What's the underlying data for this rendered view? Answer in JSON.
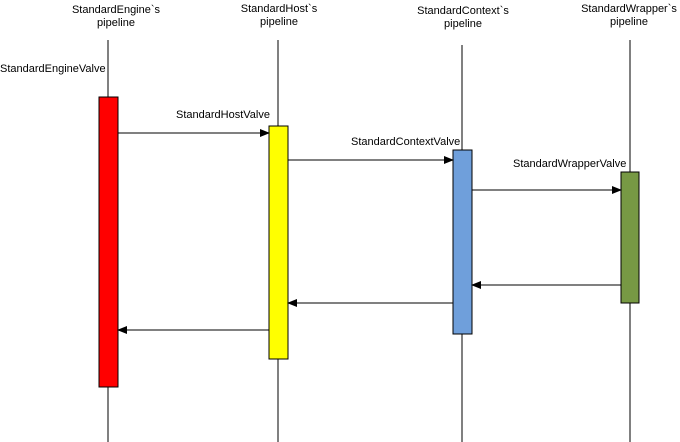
{
  "participants": [
    {
      "id": "engine",
      "title_line1": "StandardEngine`s",
      "title_line2": "pipeline",
      "valve": "StandardEngineValve",
      "color": "#ff0000"
    },
    {
      "id": "host",
      "title_line1": "StandardHost`s",
      "title_line2": "pipeline",
      "valve": "StandardHostValve",
      "color": "#ffff00"
    },
    {
      "id": "context",
      "title_line1": "StandardContext`s",
      "title_line2": "pipeline",
      "valve": "StandardContextValve",
      "color": "#6f9fdb"
    },
    {
      "id": "wrapper",
      "title_line1": "StandardWrapper`s",
      "title_line2": "pipeline",
      "valve": "StandardWrapperValve",
      "color": "#779944"
    }
  ],
  "messages": [
    {
      "from": "engine",
      "to": "host",
      "kind": "call"
    },
    {
      "from": "host",
      "to": "context",
      "kind": "call"
    },
    {
      "from": "context",
      "to": "wrapper",
      "kind": "call"
    },
    {
      "from": "wrapper",
      "to": "context",
      "kind": "return"
    },
    {
      "from": "context",
      "to": "host",
      "kind": "return"
    },
    {
      "from": "host",
      "to": "engine",
      "kind": "return"
    }
  ]
}
